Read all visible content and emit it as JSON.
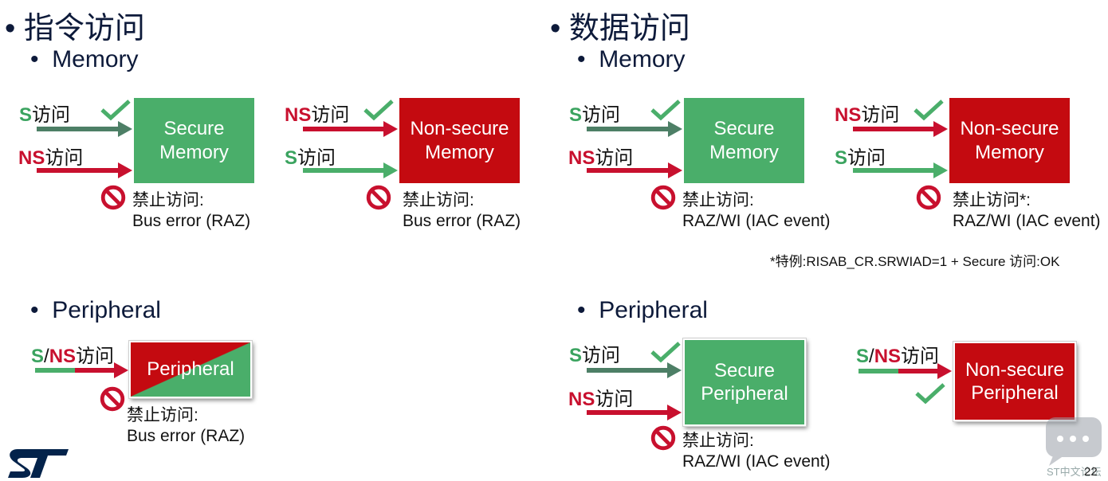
{
  "left": {
    "title": "指令访问",
    "memory": {
      "heading": "Memory",
      "secure": {
        "allow_prefix": "S",
        "allow_suffix": "访问",
        "deny_prefix": "NS",
        "deny_suffix": "访问",
        "box": "Secure\nMemory",
        "deny_line1": "禁止访问:",
        "deny_line2": "Bus error (RAZ)"
      },
      "nonsecure": {
        "allow_prefix": "NS",
        "allow_suffix": "访问",
        "deny_prefix": "S",
        "deny_suffix": "访问",
        "box": "Non-secure\nMemory",
        "deny_line1": "禁止访问:",
        "deny_line2": "Bus error (RAZ)"
      }
    },
    "peripheral": {
      "heading": "Peripheral",
      "label_s": "S",
      "label_sep": "/",
      "label_ns": "NS",
      "label_suffix": "访问",
      "box": "Peripheral",
      "deny_line1": "禁止访问:",
      "deny_line2": "Bus error (RAZ)"
    }
  },
  "right": {
    "title": "数据访问",
    "memory": {
      "heading": "Memory",
      "secure": {
        "allow_prefix": "S",
        "allow_suffix": "访问",
        "deny_prefix": "NS",
        "deny_suffix": "访问",
        "box": "Secure\nMemory",
        "deny_line1": "禁止访问:",
        "deny_line2": "RAZ/WI (IAC event)"
      },
      "nonsecure": {
        "allow_prefix": "NS",
        "allow_suffix": "访问",
        "deny_prefix": "S",
        "deny_suffix": "访问",
        "box": "Non-secure\nMemory",
        "deny_line1": "禁止访问*:",
        "deny_line2": "RAZ/WI (IAC event)"
      },
      "footnote": "*特例:RISAB_CR.SRWIAD=1  + Secure 访问:OK"
    },
    "peripheral": {
      "heading": "Peripheral",
      "secure": {
        "allow_prefix": "S",
        "allow_suffix": "访问",
        "deny_prefix": "NS",
        "deny_suffix": "访问",
        "box": "Secure\nPeripheral",
        "deny_line1": "禁止访问:",
        "deny_line2": "RAZ/WI (IAC event)"
      },
      "nonsecure": {
        "label_s": "S",
        "label_sep": "/",
        "label_ns": "NS",
        "label_suffix": "访问",
        "box": "Non-secure\nPeripheral"
      }
    }
  },
  "footer": {
    "page_number": "22",
    "watermark": "ST中文论坛"
  },
  "icons": {
    "bullet": "bullet-dot",
    "allowed": "checkmark-icon",
    "denied": "no-entry-icon",
    "logo": "st-logo-icon",
    "watermark": "chat-bubble-icon"
  },
  "colors": {
    "secure_green": "#4aae6a",
    "nonsecure_red": "#c40a10",
    "arrow_dark_green": "#4d7f66",
    "arrow_light_green": "#4aae6a",
    "arrow_red": "#c8102e",
    "heading_navy": "#0d1a3a",
    "logo_blue": "#03234b"
  }
}
